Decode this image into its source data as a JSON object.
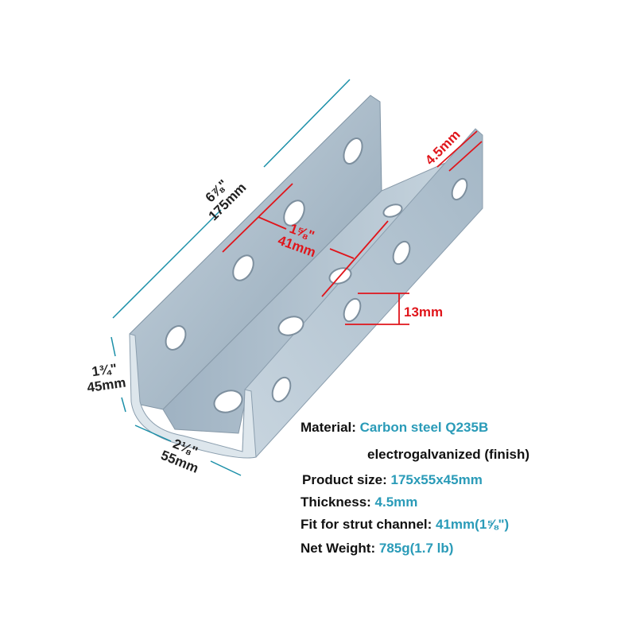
{
  "dimensions": {
    "length_in": "6⅞\"",
    "length_mm": "175mm",
    "height_in": "1¾\"",
    "height_mm": "45mm",
    "width_in": "2⅛\"",
    "width_mm": "55mm",
    "inner_in": "1⅝\"",
    "inner_mm": "41mm",
    "thickness": "4.5mm",
    "hole": "13mm"
  },
  "specs": [
    {
      "label": "Material:",
      "value": "Carbon steel Q235B"
    },
    {
      "label": "",
      "value": "electrogalvanized (finish)"
    },
    {
      "label": "Product size:",
      "value": "175x55x45mm"
    },
    {
      "label": "Thickness:",
      "value": "4.5mm"
    },
    {
      "label": "Fit for strut channel:",
      "value": "41mm(1⅝\")"
    },
    {
      "label": "Net Weight:",
      "value": "785g(1.7 lb)"
    }
  ],
  "colors": {
    "dimension_teal": "#1a8fa8",
    "dimension_red": "#e0151b",
    "value_teal": "#2a9bb8",
    "steel": "#a9bccb"
  }
}
